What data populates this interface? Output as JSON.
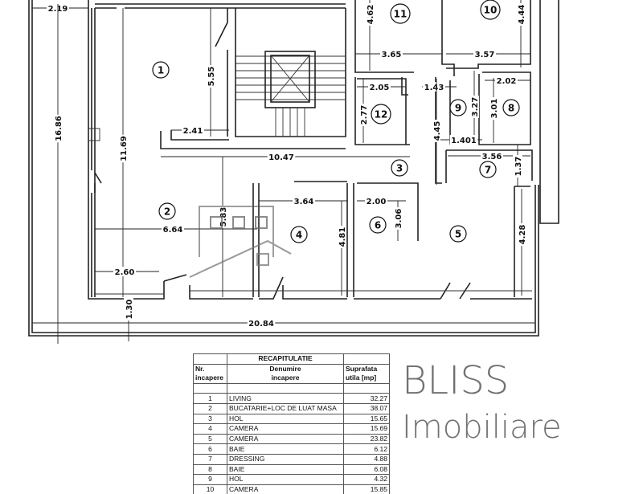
{
  "plan": {
    "rooms": [
      "1",
      "2",
      "3",
      "4",
      "5",
      "6",
      "7",
      "8",
      "9",
      "10",
      "11",
      "12"
    ],
    "dimensions": [
      "2.19",
      "16.86",
      "11.69",
      "5.55",
      "2.41",
      "10.47",
      "6.64",
      "5.83",
      "2.60",
      "1.30",
      "20.84",
      "3.64",
      "4.81",
      "2.00",
      "3.06",
      "4.28",
      "4.62",
      "4.44",
      "3.65",
      "3.57",
      "2.05",
      "1.43",
      "2.77",
      "3.27",
      "3.01",
      "2.02",
      "4.45",
      "1.401",
      "3.56",
      "1.37"
    ],
    "watermark": {
      "line1": "BLISS",
      "line2": "Imobiliare"
    }
  },
  "table": {
    "title": "RECAPITULATIE",
    "headers": {
      "col1_line1": "Nr.",
      "col1_line2": "incapere",
      "col2_line1": "Denumire",
      "col2_line2": "incapere",
      "col3_line1": "Suprafata",
      "col3_line2": "utila [mp]"
    },
    "rows": [
      {
        "nr": "1",
        "name": "LIVING",
        "area": "32.27"
      },
      {
        "nr": "2",
        "name": "BUCATARIE+LOC DE LUAT MASA",
        "area": "38.07"
      },
      {
        "nr": "3",
        "name": "HOL",
        "area": "15.65"
      },
      {
        "nr": "4",
        "name": "CAMERA",
        "area": "15.69"
      },
      {
        "nr": "5",
        "name": "CAMERA",
        "area": "23.82"
      },
      {
        "nr": "6",
        "name": "BAIE",
        "area": "6.12"
      },
      {
        "nr": "7",
        "name": "DRESSING",
        "area": "4.88"
      },
      {
        "nr": "8",
        "name": "BAIE",
        "area": "6.08"
      },
      {
        "nr": "9",
        "name": "HOL",
        "area": "4.32"
      },
      {
        "nr": "10",
        "name": "CAMERA",
        "area": "15.85"
      }
    ]
  }
}
